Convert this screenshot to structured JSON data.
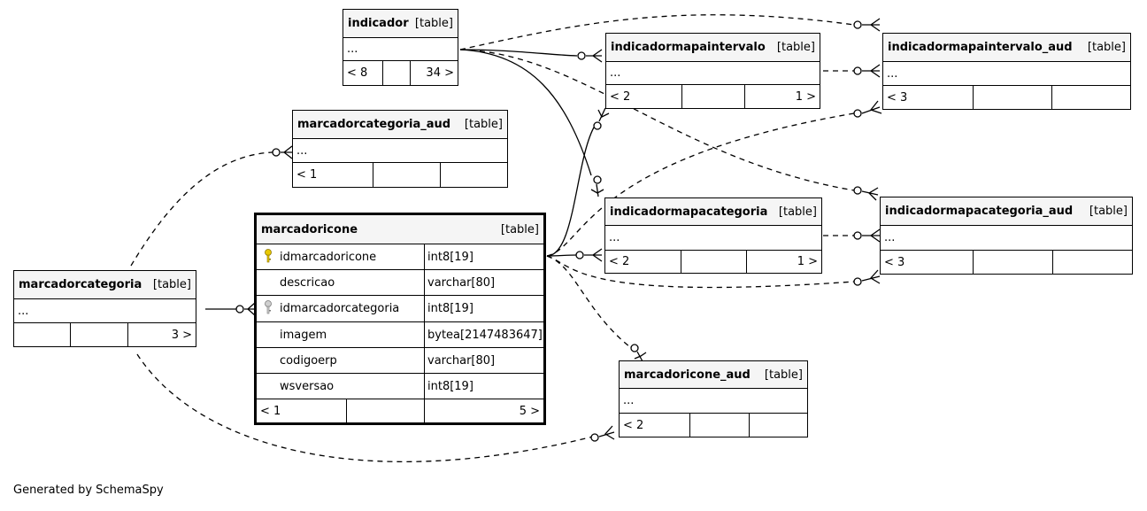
{
  "footer": "Generated by SchemaSpy",
  "tables": {
    "indicador": {
      "name": "indicador",
      "kind": "[table]",
      "body": "...",
      "foot": [
        "< 8",
        "",
        "34 >"
      ]
    },
    "indicadormapaintervalo": {
      "name": "indicadormapaintervalo",
      "kind": "[table]",
      "body": "...",
      "foot": [
        "< 2",
        "",
        "1 >"
      ]
    },
    "indicadormapaintervalo_aud": {
      "name": "indicadormapaintervalo_aud",
      "kind": "[table]",
      "body": "...",
      "foot": [
        "< 3",
        "",
        ""
      ]
    },
    "marcadorcategoria_aud": {
      "name": "marcadorcategoria_aud",
      "kind": "[table]",
      "body": "...",
      "foot": [
        "< 1",
        "",
        ""
      ]
    },
    "indicadormapacategoria": {
      "name": "indicadormapacategoria",
      "kind": "[table]",
      "body": "...",
      "foot": [
        "< 2",
        "",
        "1 >"
      ]
    },
    "indicadormapacategoria_aud": {
      "name": "indicadormapacategoria_aud",
      "kind": "[table]",
      "body": "...",
      "foot": [
        "< 3",
        "",
        ""
      ]
    },
    "marcadorcategoria": {
      "name": "marcadorcategoria",
      "kind": "[table]",
      "body": "...",
      "foot": [
        "",
        "",
        "3 >"
      ]
    },
    "marcadoricone_aud": {
      "name": "marcadoricone_aud",
      "kind": "[table]",
      "body": "...",
      "foot": [
        "< 2",
        "",
        ""
      ]
    },
    "marcadoricone": {
      "name": "marcadoricone",
      "kind": "[table]",
      "columns": [
        {
          "name": "idmarcadoricone",
          "type": "int8[19]",
          "key": "primary"
        },
        {
          "name": "descricao",
          "type": "varchar[80]",
          "key": "none"
        },
        {
          "name": "idmarcadorcategoria",
          "type": "int8[19]",
          "key": "foreign"
        },
        {
          "name": "imagem",
          "type": "bytea[2147483647]",
          "key": "none"
        },
        {
          "name": "codigoerp",
          "type": "varchar[80]",
          "key": "none"
        },
        {
          "name": "wsversao",
          "type": "int8[19]",
          "key": "none"
        }
      ],
      "foot": [
        "< 1",
        "",
        "5 >"
      ]
    }
  }
}
